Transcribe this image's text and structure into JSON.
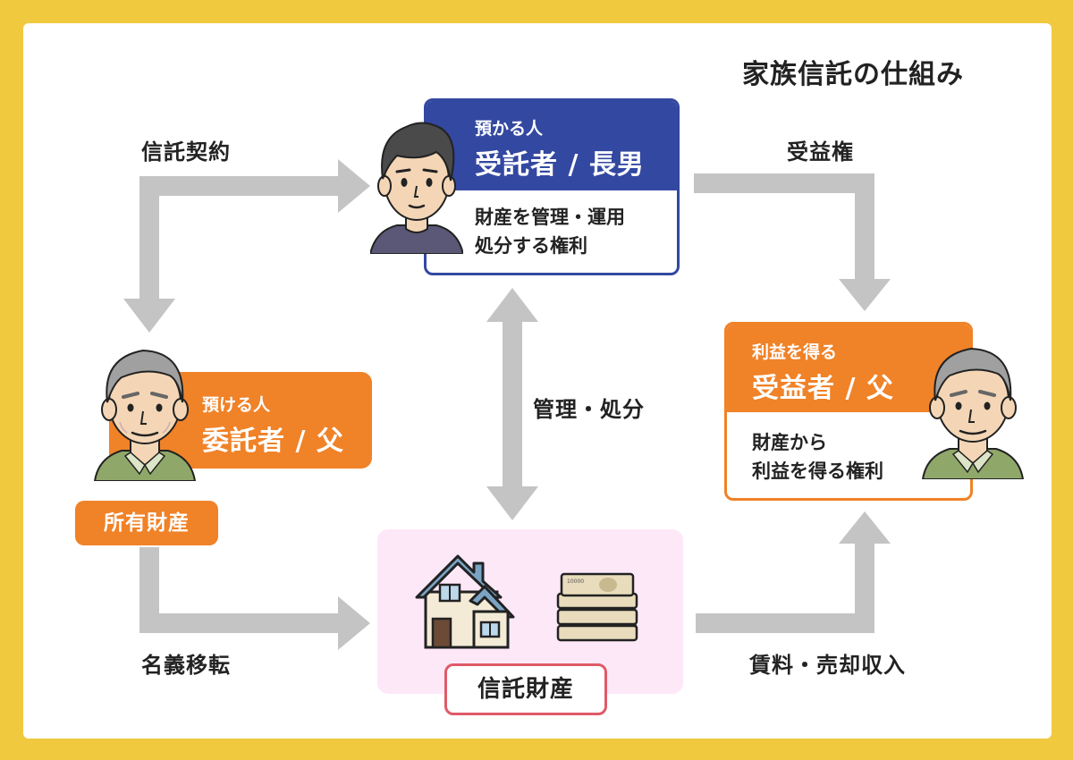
{
  "title": "家族信託の仕組み",
  "trustee": {
    "role_small": "預かる人",
    "role_big": "受託者 / 長男",
    "right_line1": "財産を管理・運用",
    "right_line2": "処分する権利"
  },
  "beneficiary": {
    "role_small": "利益を得る",
    "role_big": "受益者 / 父",
    "right_line1": "財産から",
    "right_line2": "利益を得る権利"
  },
  "settlor": {
    "role_small": "預ける人",
    "role_big": "委託者 / 父"
  },
  "owned_property": "所有財産",
  "trust_property": "信託財産",
  "arrows": {
    "trust_contract": "信託契約",
    "beneficial_right": "受益権",
    "manage_dispose": "管理・処分",
    "title_transfer": "名義移転",
    "rental_sale_income": "賃料・売却収入"
  },
  "colors": {
    "frame": "#f0c93e",
    "trustee": "#3348a0",
    "orange": "#f08228",
    "arrow": "#c4c4c4",
    "trust_bg": "#fde8f8",
    "trust_border": "#e05a68"
  }
}
